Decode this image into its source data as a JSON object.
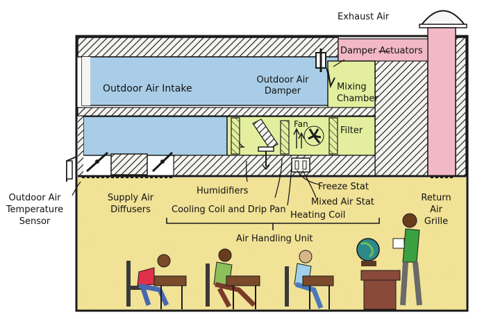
{
  "labels": {
    "exhaust_air": "Exhaust Air",
    "damper_actuators": "Damper Actuators",
    "outdoor_air_intake": "Outdoor Air Intake",
    "outdoor_air_damper_1": "Outdoor Air",
    "outdoor_air_damper_2": "Damper",
    "mixing_chamber_1": "Mixing",
    "mixing_chamber_2": "Chamber",
    "fan": "Fan",
    "filter": "Filter",
    "humidifiers": "Humidifiers",
    "freeze_stat": "Freeze Stat",
    "mixed_air_stat": "Mixed Air Stat",
    "heating_coil": "Heating Coil",
    "cooling_coil_drip_pan": "Cooling Coil and Drip Pan",
    "supply_air_diffusers_1": "Supply Air",
    "supply_air_diffusers_2": "Diffusers",
    "outdoor_air_temperature_sensor_1": "Outdoor Air",
    "outdoor_air_temperature_sensor_2": "Temperature",
    "outdoor_air_temperature_sensor_3": "Sensor",
    "return_air_grille_1": "Return",
    "return_air_grille_2": "Air",
    "return_air_grille_3": "Grille",
    "air_handling_unit": "Air Handling Unit"
  },
  "colors": {
    "room": "#f2e49a",
    "duct_blue": "#a9cde6",
    "chamber_green": "#e3ef9f",
    "exhaust_pink": "#f2b8c6",
    "hatch": "#2a2a2a",
    "outline": "#1a1a1a"
  }
}
